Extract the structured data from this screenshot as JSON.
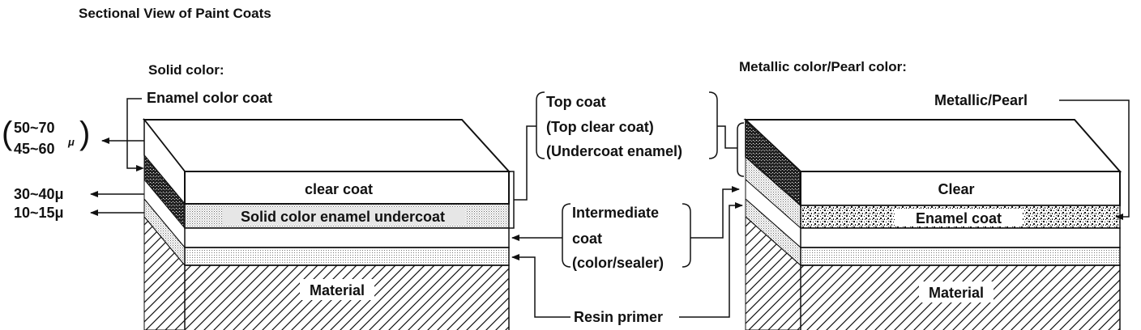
{
  "title": "Sectional View of Paint Coats",
  "solid": {
    "heading": "Solid color:",
    "enamel_color_coat": "Enamel color coat",
    "clear_coat": "clear coat",
    "undercoat": "Solid color enamel undercoat",
    "material": "Material",
    "thickness_paren_open": "(",
    "thickness_paren_close": ")",
    "thickness_a": "50~70",
    "thickness_b": "45~60",
    "thickness_mu": "μ",
    "thickness_c": "30~40μ",
    "thickness_d": "10~15μ"
  },
  "center": {
    "top_coat": "Top coat",
    "top_clear_coat": "(Top clear coat)",
    "undercoat_enamel": "(Undercoat enamel)",
    "intermediate": "Intermediate",
    "coat": "coat",
    "color_sealer": "(color/sealer)",
    "resin_primer": "Resin primer"
  },
  "metallic": {
    "heading": "Metallic color/Pearl color:",
    "metallic_pearl": "Metallic/Pearl",
    "clear": "Clear",
    "enamel_coat": "Enamel coat",
    "material": "Material"
  }
}
